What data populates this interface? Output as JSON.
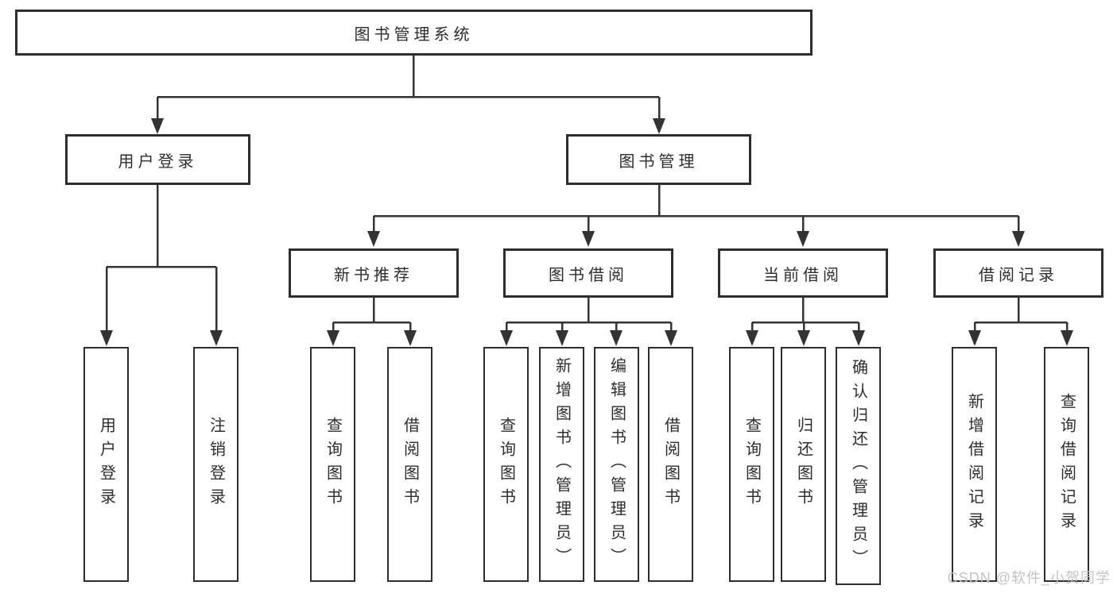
{
  "tree": {
    "root": "图书管理系统",
    "groups": [
      {
        "label": "用户登录",
        "leaves": [
          "用户登录",
          "注销登录"
        ]
      },
      {
        "label": "图书管理",
        "sections": [
          {
            "label": "新书推荐",
            "leaves": [
              "查询图书",
              "借阅图书"
            ]
          },
          {
            "label": "图书借阅",
            "leaves": [
              "查询图书",
              "新增图书（管理员）",
              "编辑图书（管理员）",
              "借阅图书"
            ]
          },
          {
            "label": "当前借阅",
            "leaves": [
              "查询图书",
              "归还图书",
              "确认归还（管理员）"
            ]
          },
          {
            "label": "借阅记录",
            "leaves": [
              "新增借阅记录",
              "查询借阅记录"
            ]
          }
        ]
      }
    ]
  },
  "watermark": {
    "text": "CSDN @软件_小贺同学"
  },
  "colors": {
    "line": "#333333",
    "box_border": "#2e2e2e",
    "box_bg": "#ffffff",
    "watermark": "#c3c3c3"
  }
}
